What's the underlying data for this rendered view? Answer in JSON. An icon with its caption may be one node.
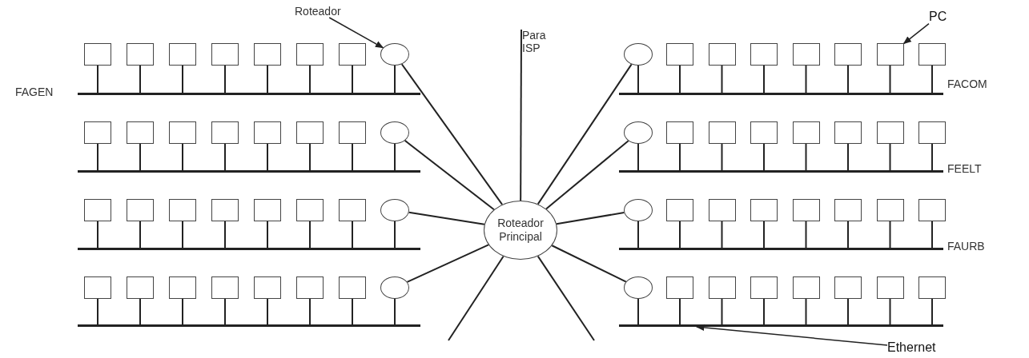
{
  "diagram": {
    "nodes": [
      {
        "text": [
          "Roteador"
        ]
      },
      {
        "text": [
          "Para ISP"
        ]
      },
      {
        "text": [
          "PC"
        ]
      },
      {
        "text": [],
        "shape": "box"
      },
      {
        "text": [],
        "shape": "box"
      },
      {
        "text": [],
        "shape": "box"
      },
      {
        "text": [],
        "shape": "box"
      },
      {
        "text": [],
        "shape": "box"
      },
      {
        "text": [],
        "shape": "box"
      },
      {
        "text": [],
        "shape": "box"
      },
      {
        "text": [],
        "shape": "circle"
      },
      {
        "text": [],
        "shape": "bar",
        "beside": [
          "FAGEN"
        ]
      },
      {
        "text": [],
        "shape": "circle"
      },
      {
        "text": [],
        "shape": "box"
      },
      {
        "text": [],
        "shape": "box"
      },
      {
        "text": [],
        "shape": "box"
      },
      {
        "text": [],
        "shape": "box"
      },
      {
        "text": [],
        "shape": "box"
      },
      {
        "text": [],
        "shape": "box"
      },
      {
        "text": [],
        "shape": "box"
      },
      {
        "text": [],
        "shape": "bar",
        "beside": [
          "FACOM"
        ]
      },
      {
        "text": [],
        "shape": "box"
      },
      {
        "text": [],
        "shape": "box"
      },
      {
        "text": [],
        "shape": "box"
      },
      {
        "text": [],
        "shape": "box"
      },
      {
        "text": [],
        "shape": "box"
      },
      {
        "text": [],
        "shape": "box"
      },
      {
        "text": [],
        "shape": "box"
      },
      {
        "text": [],
        "shape": "circle"
      },
      {
        "text": [],
        "shape": "bar"
      },
      {
        "text": [],
        "shape": "circle"
      },
      {
        "text": [],
        "shape": "box"
      },
      {
        "text": [],
        "shape": "box"
      },
      {
        "text": [],
        "shape": "box"
      },
      {
        "text": [],
        "shape": "box"
      },
      {
        "text": [],
        "shape": "box"
      },
      {
        "text": [],
        "shape": "box"
      },
      {
        "text": [],
        "shape": "box"
      },
      {
        "text": [],
        "shape": "bar",
        "beside": [
          "FEELT"
        ]
      },
      {
        "text": [],
        "shape": "box"
      },
      {
        "text": [],
        "shape": "box"
      },
      {
        "text": [],
        "shape": "box"
      },
      {
        "text": [],
        "shape": "box"
      },
      {
        "text": [],
        "shape": "box"
      },
      {
        "text": [],
        "shape": "box"
      },
      {
        "text": [],
        "shape": "box"
      },
      {
        "text": [],
        "shape": "circle"
      },
      {
        "text": [],
        "shape": "bar"
      },
      {
        "text": [],
        "shape": "circle"
      },
      {
        "text": [],
        "shape": "box"
      },
      {
        "text": [],
        "shape": "box"
      },
      {
        "text": [],
        "shape": "box"
      },
      {
        "text": [],
        "shape": "box"
      },
      {
        "text": [],
        "shape": "box"
      },
      {
        "text": [],
        "shape": "box"
      },
      {
        "text": [],
        "shape": "box"
      },
      {
        "text": [],
        "shape": "bar",
        "beside": [
          "FAURB"
        ]
      },
      {
        "text": [],
        "shape": "box"
      },
      {
        "text": [],
        "shape": "box"
      },
      {
        "text": [],
        "shape": "box"
      },
      {
        "text": [],
        "shape": "box"
      },
      {
        "text": [],
        "shape": "box"
      },
      {
        "text": [],
        "shape": "box"
      },
      {
        "text": [],
        "shape": "box"
      },
      {
        "text": [],
        "shape": "circle"
      },
      {
        "text": [],
        "shape": "bar"
      },
      {
        "text": [],
        "shape": "circle"
      },
      {
        "text": [],
        "shape": "box"
      },
      {
        "text": [],
        "shape": "box"
      },
      {
        "text": [],
        "shape": "box"
      },
      {
        "text": [],
        "shape": "box"
      },
      {
        "text": [],
        "shape": "box"
      },
      {
        "text": [],
        "shape": "box"
      },
      {
        "text": [],
        "shape": "box"
      },
      {
        "text": [],
        "shape": "bar"
      },
      {
        "text": [
          "Roteador Principal"
        ]
      },
      {
        "text": [
          "Ethernet"
        ]
      }
    ],
    "edges": [
      {
        "from": 3,
        "to": 11,
        "arrow": "none"
      },
      {
        "from": 4,
        "to": 11,
        "arrow": "none"
      },
      {
        "from": 5,
        "to": 11,
        "arrow": "none"
      },
      {
        "from": 6,
        "to": 11,
        "arrow": "none"
      },
      {
        "from": 7,
        "to": 11,
        "arrow": "none"
      },
      {
        "from": 8,
        "to": 11,
        "arrow": "none"
      },
      {
        "from": 9,
        "to": 11,
        "arrow": "none"
      },
      {
        "from": 10,
        "to": 11,
        "arrow": "none"
      },
      {
        "from": 12,
        "to": 20,
        "arrow": "none"
      },
      {
        "from": 13,
        "to": 20,
        "arrow": "none"
      },
      {
        "from": 14,
        "to": 20,
        "arrow": "none"
      },
      {
        "from": 15,
        "to": 20,
        "arrow": "none"
      },
      {
        "from": 16,
        "to": 20,
        "arrow": "none"
      },
      {
        "from": 17,
        "to": 20,
        "arrow": "none"
      },
      {
        "from": 18,
        "to": 20,
        "arrow": "none"
      },
      {
        "from": 19,
        "to": 20,
        "arrow": "none"
      },
      {
        "from": 21,
        "to": 29,
        "arrow": "none"
      },
      {
        "from": 22,
        "to": 29,
        "arrow": "none"
      },
      {
        "from": 23,
        "to": 29,
        "arrow": "none"
      },
      {
        "from": 24,
        "to": 29,
        "arrow": "none"
      },
      {
        "from": 25,
        "to": 29,
        "arrow": "none"
      },
      {
        "from": 26,
        "to": 29,
        "arrow": "none"
      },
      {
        "from": 27,
        "to": 29,
        "arrow": "none"
      },
      {
        "from": 28,
        "to": 29,
        "arrow": "none"
      },
      {
        "from": 30,
        "to": 38,
        "arrow": "none"
      },
      {
        "from": 31,
        "to": 38,
        "arrow": "none"
      },
      {
        "from": 32,
        "to": 38,
        "arrow": "none"
      },
      {
        "from": 33,
        "to": 38,
        "arrow": "none"
      },
      {
        "from": 34,
        "to": 38,
        "arrow": "none"
      },
      {
        "from": 35,
        "to": 38,
        "arrow": "none"
      },
      {
        "from": 36,
        "to": 38,
        "arrow": "none"
      },
      {
        "from": 37,
        "to": 38,
        "arrow": "none"
      },
      {
        "from": 39,
        "to": 47,
        "arrow": "none"
      },
      {
        "from": 40,
        "to": 47,
        "arrow": "none"
      },
      {
        "from": 41,
        "to": 47,
        "arrow": "none"
      },
      {
        "from": 42,
        "to": 47,
        "arrow": "none"
      },
      {
        "from": 43,
        "to": 47,
        "arrow": "none"
      },
      {
        "from": 44,
        "to": 47,
        "arrow": "none"
      },
      {
        "from": 45,
        "to": 47,
        "arrow": "none"
      },
      {
        "from": 46,
        "to": 47,
        "arrow": "none"
      },
      {
        "from": 48,
        "to": 56,
        "arrow": "none"
      },
      {
        "from": 49,
        "to": 56,
        "arrow": "none"
      },
      {
        "from": 50,
        "to": 56,
        "arrow": "none"
      },
      {
        "from": 51,
        "to": 56,
        "arrow": "none"
      },
      {
        "from": 52,
        "to": 56,
        "arrow": "none"
      },
      {
        "from": 53,
        "to": 56,
        "arrow": "none"
      },
      {
        "from": 54,
        "to": 56,
        "arrow": "none"
      },
      {
        "from": 55,
        "to": 56,
        "arrow": "none"
      },
      {
        "from": 57,
        "to": 65,
        "arrow": "none"
      },
      {
        "from": 58,
        "to": 65,
        "arrow": "none"
      },
      {
        "from": 59,
        "to": 65,
        "arrow": "none"
      },
      {
        "from": 60,
        "to": 65,
        "arrow": "none"
      },
      {
        "from": 61,
        "to": 65,
        "arrow": "none"
      },
      {
        "from": 62,
        "to": 65,
        "arrow": "none"
      },
      {
        "from": 63,
        "to": 65,
        "arrow": "none"
      },
      {
        "from": 64,
        "to": 65,
        "arrow": "none"
      },
      {
        "from": 66,
        "to": 74,
        "arrow": "none"
      },
      {
        "from": 67,
        "to": 74,
        "arrow": "none"
      },
      {
        "from": 68,
        "to": 74,
        "arrow": "none"
      },
      {
        "from": 69,
        "to": 74,
        "arrow": "none"
      },
      {
        "from": 70,
        "to": 74,
        "arrow": "none"
      },
      {
        "from": 71,
        "to": 74,
        "arrow": "none"
      },
      {
        "from": 72,
        "to": 74,
        "arrow": "none"
      },
      {
        "from": 73,
        "to": 74,
        "arrow": "none"
      },
      {
        "from": 10,
        "to": 75,
        "arrow": "none"
      },
      {
        "from": 12,
        "to": 75,
        "arrow": "none"
      },
      {
        "from": 28,
        "to": 75,
        "arrow": "none"
      },
      {
        "from": 30,
        "to": 75,
        "arrow": "none"
      },
      {
        "from": 46,
        "to": 75,
        "arrow": "none"
      },
      {
        "from": 48,
        "to": 75,
        "arrow": "none"
      },
      {
        "from": 64,
        "to": 75,
        "arrow": "none"
      },
      {
        "from": 66,
        "to": 75,
        "arrow": "none"
      },
      {
        "from": 75,
        "to": 1,
        "arrow": "none"
      },
      {
        "from": 75,
        "to": null,
        "arrow": "none"
      },
      {
        "from": 75,
        "to": null,
        "arrow": "none"
      },
      {
        "from": 0,
        "to": 10,
        "arrow": "to"
      },
      {
        "from": 2,
        "to": 18,
        "arrow": "to"
      },
      {
        "from": 76,
        "to": 74,
        "arrow": "to"
      }
    ]
  }
}
